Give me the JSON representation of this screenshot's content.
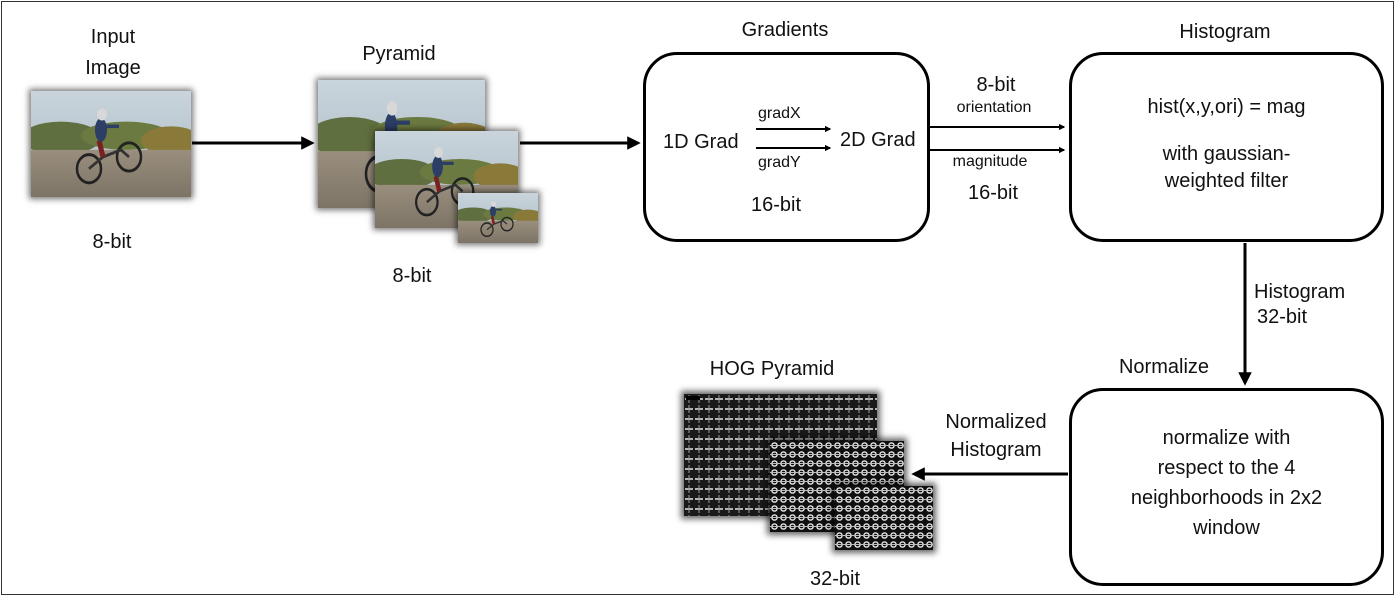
{
  "input": {
    "title_line1": "Input",
    "title_line2": "Image",
    "bits": "8-bit"
  },
  "pyramid": {
    "title": "Pyramid",
    "bits": "8-bit"
  },
  "gradients": {
    "title": "Gradients",
    "grad1d": "1D Grad",
    "grad2d": "2D Grad",
    "gradx": "gradX",
    "grady": "gradY",
    "bits": "16-bit"
  },
  "link_grad_hist": {
    "top_bits": "8-bit",
    "orientation": "orientation",
    "magnitude": "magnitude",
    "bottom_bits": "16-bit"
  },
  "histogram": {
    "title": "Histogram",
    "formula": "hist(x,y,ori) = mag",
    "desc_line1": "with gaussian-",
    "desc_line2": "weighted filter"
  },
  "link_hist_norm": {
    "label": "Histogram",
    "bits": "32-bit"
  },
  "normalize": {
    "title": "Normalize",
    "line1": "normalize with",
    "line2": "respect to the 4",
    "line3": "neighborhoods in 2x2",
    "line4": "window"
  },
  "link_norm_hog": {
    "line1": "Normalized",
    "line2": "Histogram"
  },
  "hog": {
    "title": "HOG Pyramid",
    "bits": "32-bit"
  }
}
